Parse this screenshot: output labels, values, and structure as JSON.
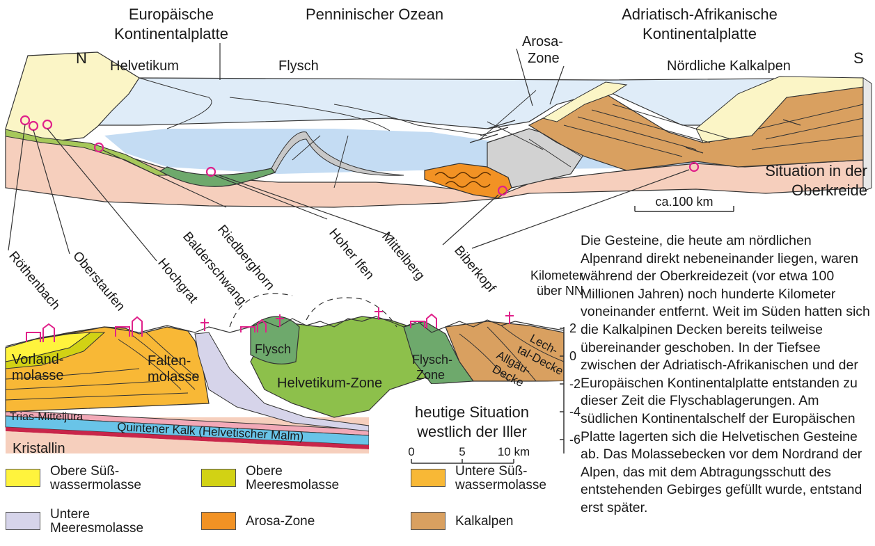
{
  "top": {
    "title_left_1": "Europäische",
    "title_left_2": "Kontinentalplatte",
    "title_center": "Penninischer Ozean",
    "title_right_1": "Adriatisch-Afrikanische",
    "title_right_2": "Kontinentalplatte",
    "north": "N",
    "south": "S",
    "label_helvetikum": "Helvetikum",
    "label_flysch": "Flysch",
    "label_arosa_1": "Arosa-",
    "label_arosa_2": "Zone",
    "label_kalkalpen": "Nördliche Kalkalpen",
    "situation_1": "Situation in der",
    "situation_2": "Oberkreide",
    "scale_label": "ca.100 km"
  },
  "places": [
    "Röthenbach",
    "Oberstaufen",
    "Hochgrat",
    "Balderschwang",
    "Riedberghorn",
    "Hoher Ifen",
    "Mittelberg",
    "Biberkopf"
  ],
  "bottom": {
    "axis_title_1": "Kilometer",
    "axis_title_2": "über NN",
    "axis_ticks": [
      "2",
      "0",
      "-2",
      "-4",
      "-6"
    ],
    "units": {
      "vorland_1": "Vorland-",
      "vorland_2": "molasse",
      "falten_1": "Falten-",
      "falten_2": "molasse",
      "flysch": "Flysch",
      "helvetikum_zone": "Helvetikum-Zone",
      "flysch_zone_1": "Flysch-",
      "flysch_zone_2": "Zone",
      "lechtal_1": "Lech-",
      "lechtal_2": "tal-Decke",
      "allgaeu_1": "Allgäu-",
      "allgaeu_2": "Decke",
      "trias": "Trias-Mitteljura",
      "quintener": "Quintener Kalk (Helvetischer Malm)",
      "kristallin": "Kristallin"
    },
    "heutige_1": "heutige Situation",
    "heutige_2": "westlich der Iller",
    "scale_ticks": [
      "0",
      "5",
      "10 km"
    ]
  },
  "legend": [
    {
      "label": "Obere Süß-\nwassermolasse",
      "color": "#fff33d"
    },
    {
      "label": "Obere\nMeeresmolasse",
      "color": "#d2d214"
    },
    {
      "label": "Untere Süß-\nwassermolasse",
      "color": "#f8b836"
    },
    {
      "label": "Untere\nMeeresmolasse",
      "color": "#d6d4ea"
    },
    {
      "label": "Arosa-Zone",
      "color": "#f29224"
    },
    {
      "label": "Kalkalpen",
      "color": "#d9a060"
    }
  ],
  "caption": "Die Gesteine, die heute am nördlichen Alpenrand direkt nebeneinander liegen, waren während der Oberkreidezeit (vor etwa 100 Millionen Jahren) noch hunderte Kilometer voneinander entfernt. Weit im Süden hatten sich die Kalkalpinen Decken bereits teilweise übereinander geschoben. In der Tiefsee zwischen der Adriatisch-Afrikanischen und der Europäischen Kontinentalplatte entstanden zu dieser Zeit die Flyschablagerungen. Am südlichen Kontinentalschelf der Europäischen Platte lagerten sich die Helvetischen Gesteine ab. Das Molassebecken vor dem Nordrand der Alpen, das mit dem Abtragungsschutt des entstehenden Gebirges gefüllt wurde, entstand erst später."
}
